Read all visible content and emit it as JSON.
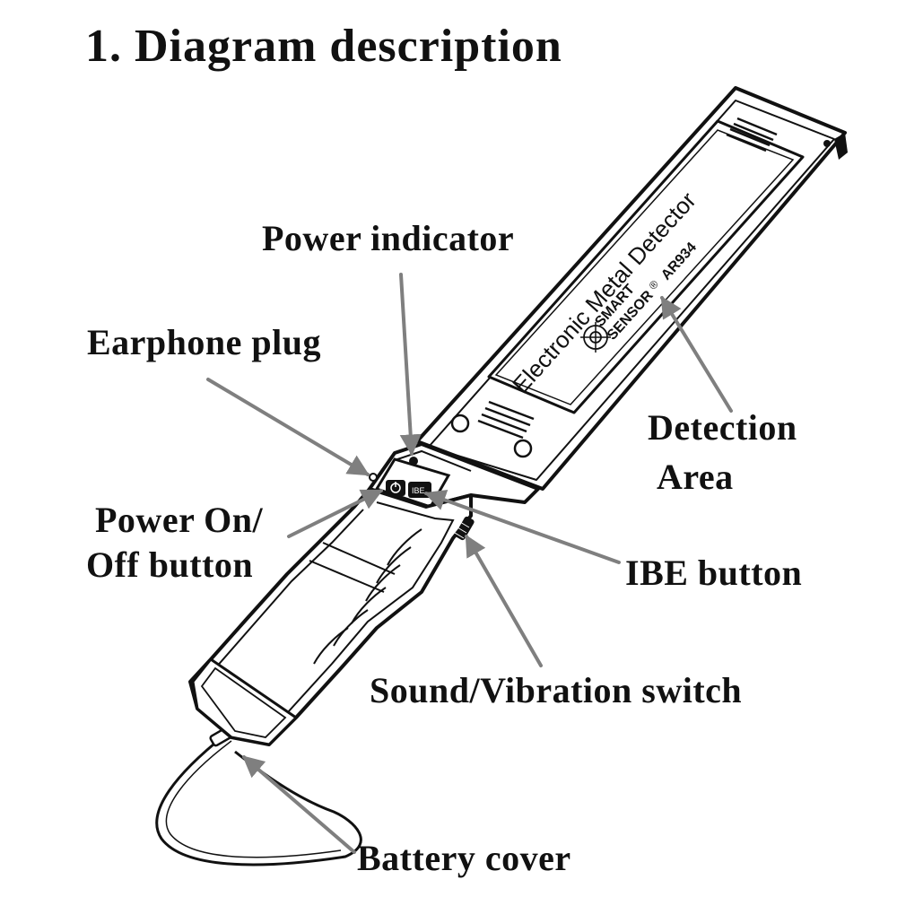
{
  "title": "1. Diagram description",
  "colors": {
    "ink": "#111111",
    "arrow": "#7f7f7f",
    "background": "#ffffff"
  },
  "device": {
    "name": "Electronic Metal Detector",
    "brand_line1": "SMART",
    "brand_line2": "SENSOR",
    "registered_mark": "®",
    "model": "AR934"
  },
  "labels": {
    "power_indicator": "Power indicator",
    "earphone_plug": "Earphone plug",
    "power_button_line1": "Power On/",
    "power_button_line2": "Off button",
    "detection_area_line1": "Detection",
    "detection_area_line2": "Area",
    "ibe_button": "IBE button",
    "sound_vibration_switch": "Sound/Vibration switch",
    "battery_cover": "Battery cover"
  },
  "icons": [
    "power-icon",
    "ibe-icon",
    "smart-sensor-logo-icon",
    "arrow-icon"
  ]
}
